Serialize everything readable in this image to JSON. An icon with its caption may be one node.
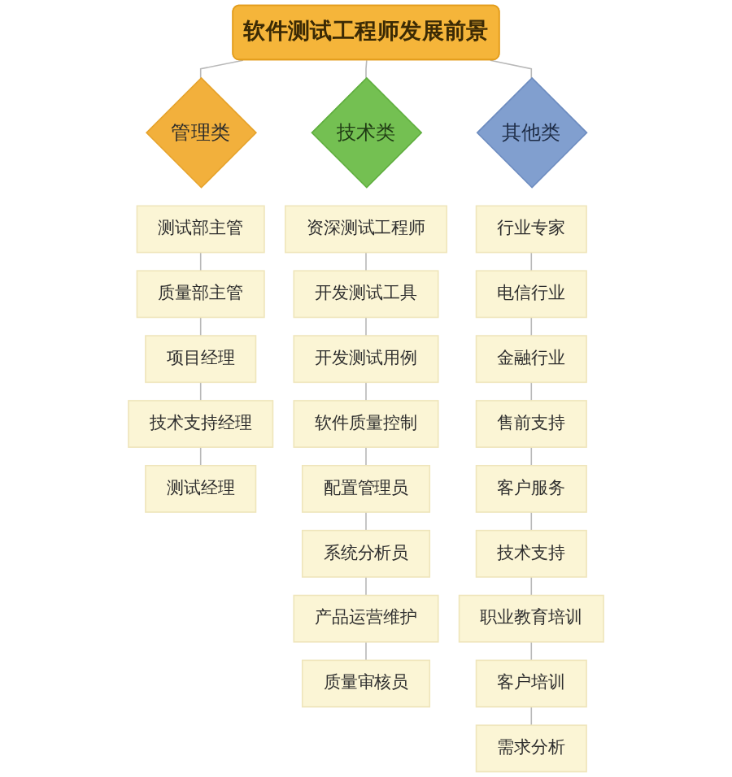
{
  "diagram": {
    "nodes": [
      {
        "text": [
          "软件测试工程师发展前景"
        ]
      },
      {
        "text": [
          "管理类"
        ]
      },
      {
        "text": [
          "技术类"
        ]
      },
      {
        "text": [
          "其他类"
        ]
      },
      {
        "text": [
          "测试部主管"
        ]
      },
      {
        "text": [
          "质量部主管"
        ]
      },
      {
        "text": [
          "项目经理"
        ]
      },
      {
        "text": [
          "技术支持经理"
        ]
      },
      {
        "text": [
          "测试经理"
        ]
      },
      {
        "text": [
          "资深测试工程师"
        ]
      },
      {
        "text": [
          "开发测试工具"
        ]
      },
      {
        "text": [
          "开发测试用例"
        ]
      },
      {
        "text": [
          "软件质量控制"
        ]
      },
      {
        "text": [
          "配置管理员"
        ]
      },
      {
        "text": [
          "系统分析员"
        ]
      },
      {
        "text": [
          "产品运营维护"
        ]
      },
      {
        "text": [
          "质量审核员"
        ]
      },
      {
        "text": [
          "行业专家"
        ]
      },
      {
        "text": [
          "电信行业"
        ]
      },
      {
        "text": [
          "金融行业"
        ]
      },
      {
        "text": [
          "售前支持"
        ]
      },
      {
        "text": [
          "客户服务"
        ]
      },
      {
        "text": [
          "技术支持"
        ]
      },
      {
        "text": [
          "职业教育培训"
        ]
      },
      {
        "text": [
          "客户培训"
        ]
      },
      {
        "text": [
          "需求分析"
        ]
      }
    ],
    "edges": [
      {
        "from": 0,
        "to": 1,
        "arrow": "none"
      },
      {
        "from": 0,
        "to": 2,
        "arrow": "none"
      },
      {
        "from": 0,
        "to": 3,
        "arrow": "none"
      },
      {
        "from": 4,
        "to": 5,
        "arrow": "none"
      },
      {
        "from": 5,
        "to": 6,
        "arrow": "none"
      },
      {
        "from": 6,
        "to": 7,
        "arrow": "none"
      },
      {
        "from": 7,
        "to": 8,
        "arrow": "none"
      },
      {
        "from": 9,
        "to": 10,
        "arrow": "none"
      },
      {
        "from": 10,
        "to": 11,
        "arrow": "none"
      },
      {
        "from": 11,
        "to": 12,
        "arrow": "none"
      },
      {
        "from": 12,
        "to": 13,
        "arrow": "none"
      },
      {
        "from": 13,
        "to": 14,
        "arrow": "none"
      },
      {
        "from": 14,
        "to": 15,
        "arrow": "none"
      },
      {
        "from": 15,
        "to": 16,
        "arrow": "none"
      },
      {
        "from": 17,
        "to": 18,
        "arrow": "none"
      },
      {
        "from": 18,
        "to": 19,
        "arrow": "none"
      },
      {
        "from": 19,
        "to": 20,
        "arrow": "none"
      },
      {
        "from": 20,
        "to": 21,
        "arrow": "none"
      },
      {
        "from": 21,
        "to": 22,
        "arrow": "none"
      },
      {
        "from": 22,
        "to": 23,
        "arrow": "none"
      },
      {
        "from": 23,
        "to": 24,
        "arrow": "none"
      },
      {
        "from": 24,
        "to": 25,
        "arrow": "none"
      }
    ]
  }
}
